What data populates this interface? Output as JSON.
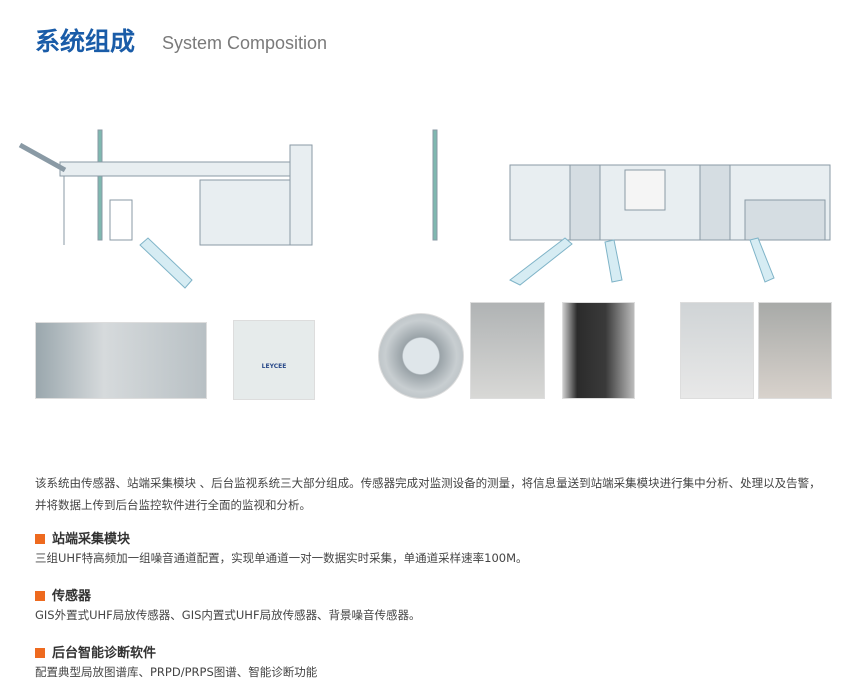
{
  "header": {
    "title_cn": "系统组成",
    "title_en": "System Composition"
  },
  "images": {
    "cabinet_logo": "LEYCEE",
    "accent": "#1a5ca8",
    "bullet_color": "#ee6a1f"
  },
  "intro": "该系统由传感器、站端采集模块 、后台监视系统三大部分组成。传感器完成对监测设备的测量，将信息量送到站端采集模块进行集中分析、处理以及告警，并将数据上传到后台监控软件进行全面的监视和分析。",
  "sections": [
    {
      "title": "站端采集模块",
      "text": "三组UHF特高频加一组噪音通道配置，实现单通道一对一数据实时采集，单通道采样速率100M。"
    },
    {
      "title": "传感器",
      "text": "GIS外置式UHF局放传感器、GIS内置式UHF局放传感器、背景噪音传感器。"
    },
    {
      "title": "后台智能诊断软件",
      "text": "配置典型局放图谱库、PRPD/PRPS图谱、智能诊断功能"
    }
  ]
}
